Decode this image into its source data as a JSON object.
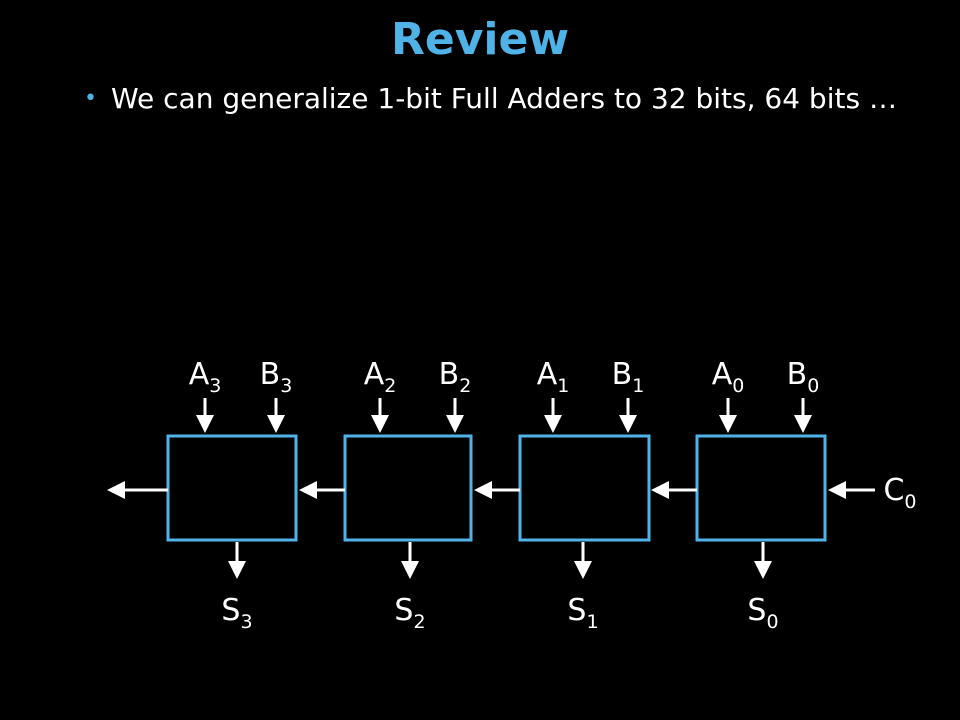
{
  "slide": {
    "title": "Review",
    "bullet": "We can generalize 1-bit Full Adders to 32 bits, 64 bits …"
  },
  "colors": {
    "background": "#000000",
    "title": "#4fb3e8",
    "adder_box": "#4fb3e8",
    "wire": "#ffffff"
  },
  "adders": [
    {
      "a": "A",
      "a_sub": "3",
      "b": "B",
      "b_sub": "3",
      "s": "S",
      "s_sub": "3"
    },
    {
      "a": "A",
      "a_sub": "2",
      "b": "B",
      "b_sub": "2",
      "s": "S",
      "s_sub": "2"
    },
    {
      "a": "A",
      "a_sub": "1",
      "b": "B",
      "b_sub": "1",
      "s": "S",
      "s_sub": "1"
    },
    {
      "a": "A",
      "a_sub": "0",
      "b": "B",
      "b_sub": "0",
      "s": "S",
      "s_sub": "0"
    }
  ],
  "carry_in": {
    "label": "C",
    "sub": "0"
  }
}
